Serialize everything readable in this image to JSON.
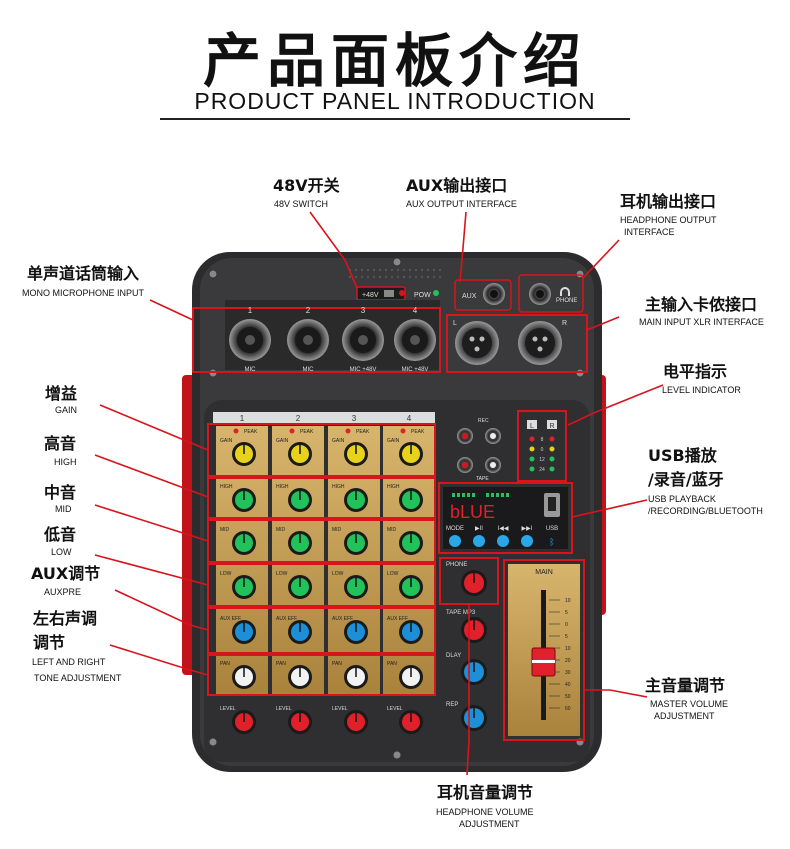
{
  "header": {
    "title_cn": "产品面板介绍",
    "title_en": "PRODUCT PANEL INTRODUCTION"
  },
  "callouts": {
    "switch48v": {
      "cn": "48V开关",
      "en": "48V SWITCH"
    },
    "aux_out": {
      "cn": "AUX输出接口",
      "en": "AUX OUTPUT INTERFACE"
    },
    "headphone_out": {
      "cn": "耳机输出接口",
      "en1": "HEADPHONE OUTPUT",
      "en2": "INTERFACE"
    },
    "mono_mic": {
      "cn": "单声道话筒输入",
      "en": "MONO MICROPHONE INPUT"
    },
    "main_xlr": {
      "cn": "主输入卡侬接口",
      "en": "MAIN INPUT XLR INTERFACE"
    },
    "level_ind": {
      "cn": "电平指示",
      "en": "LEVEL INDICATOR"
    },
    "gain": {
      "cn": "增益",
      "en": "GAIN"
    },
    "high": {
      "cn": "高音",
      "en": "HIGH"
    },
    "mid": {
      "cn": "中音",
      "en": "MID"
    },
    "low": {
      "cn": "低音",
      "en": "LOW"
    },
    "aux": {
      "cn": "AUX调节",
      "en": "AUXPRE"
    },
    "pan": {
      "cn1": "左右声调",
      "cn2": "调节",
      "en1": "LEFT AND RIGHT",
      "en2": "TONE ADJUSTMENT"
    },
    "usb": {
      "cn1": "USB播放",
      "cn2": "/录音/蓝牙",
      "en1": "USB PLAYBACK",
      "en2": "/RECORDING/BLUETOOTH"
    },
    "master": {
      "cn": "主音量调节",
      "en1": "MASTER VOLUME",
      "en2": "ADJUSTMENT"
    },
    "phone_vol": {
      "cn": "耳机音量调节",
      "en1": "HEADPHONE VOLUME",
      "en2": "ADJUSTMENT"
    }
  },
  "device": {
    "mic_numbers": [
      "1",
      "2",
      "3",
      "4"
    ],
    "mic_labels": [
      "MIC",
      "MIC",
      "MIC +48V",
      "MIC +48V"
    ],
    "switch_48v": "+48V",
    "pow": "POW",
    "aux": "AUX",
    "phone": "PHONE",
    "xlr_l": "L",
    "xlr_r": "R",
    "peak": "PEAK",
    "row_labels": [
      "GAIN",
      "HIGH",
      "MID",
      "LOW",
      "AUX EFF",
      "PAN",
      "LEVEL"
    ],
    "rec": "REC",
    "tape": "TAPE",
    "meter_l": "L",
    "meter_r": "R",
    "meter_levels": [
      "8",
      "0",
      "12",
      "24"
    ],
    "display": "bLUE",
    "player_buttons": [
      "MODE",
      "▶II",
      "I◀◀",
      "▶▶I"
    ],
    "usb": "USB",
    "right_knobs": [
      "PHONE",
      "TAPE MP3",
      "DLAY",
      "REP"
    ],
    "main": "MAIN",
    "fader_scale": [
      "10",
      "5",
      "0",
      "5",
      "10",
      "20",
      "30",
      "40",
      "50",
      "60"
    ]
  },
  "colors": {
    "panel": "#3a3a3c",
    "gold": "#c9a35a",
    "callout_red": "#d8141c",
    "knob_yellow": "#e8d21a",
    "knob_green": "#22c25a",
    "knob_blue": "#1d8fd6",
    "knob_white": "#f2f2f2",
    "knob_red": "#e0202a"
  }
}
